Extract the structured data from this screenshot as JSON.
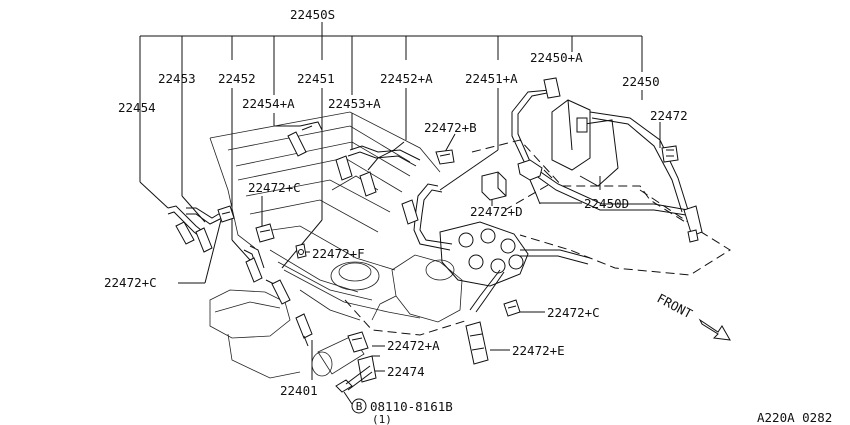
{
  "labels": {
    "l22450S": "22450S",
    "l22454": "22454",
    "l22453": "22453",
    "l22452": "22452",
    "l22451": "22451",
    "l22454A": "22454+A",
    "l22453A": "22453+A",
    "l22452A": "22452+A",
    "l22451A": "22451+A",
    "l22450A": "22450+A",
    "l22450": "22450",
    "l22472": "22472",
    "l22472B": "22472+B",
    "l22472C_top": "22472+C",
    "l22472C_left": "22472+C",
    "l22472C_right": "22472+C",
    "l22472D": "22472+D",
    "l22450D": "22450D",
    "l22472F": "22472+F",
    "l22472A": "22472+A",
    "l22472E": "22472+E",
    "l22474": "22474",
    "l22401": "22401",
    "l08110": "08110-8161B",
    "qty": "(1)",
    "bolt_marker": "B",
    "front": "FRONT",
    "code": "A220A 0282"
  }
}
